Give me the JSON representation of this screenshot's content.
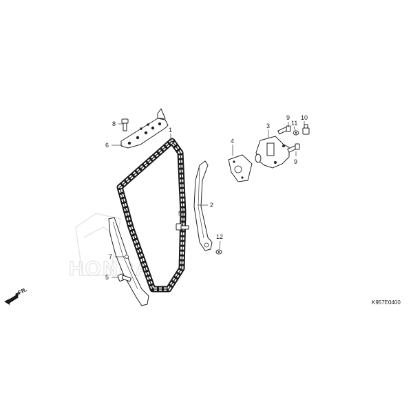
{
  "diagram": {
    "code": "K957E0400",
    "direction_label": "FR.",
    "watermark_text": "HONDA",
    "labels": {
      "l1": "1",
      "l2": "2",
      "l3": "3",
      "l4": "4",
      "l5a": "5",
      "l5b": "5",
      "l6": "6",
      "l7": "7",
      "l8": "8",
      "l9a": "9",
      "l9b": "9",
      "l10": "10",
      "l11": "11",
      "l12": "12"
    }
  }
}
